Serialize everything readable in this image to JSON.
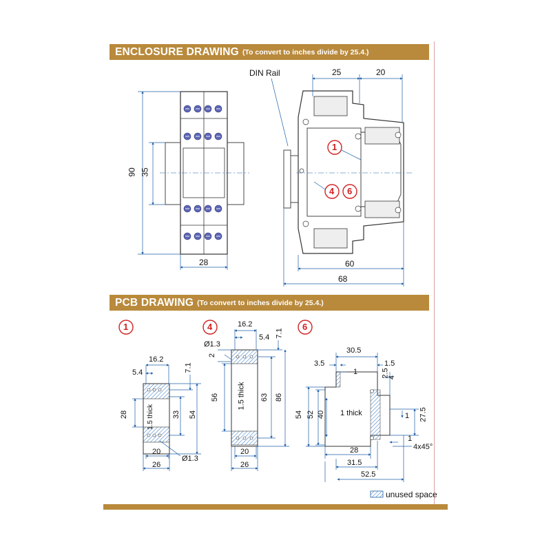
{
  "enclosure": {
    "title": "ENCLOSURE DRAWING",
    "note": "(To convert to inches divide by 25.4.)",
    "din_rail_label": "DIN Rail",
    "dims": {
      "height": "90",
      "rail": "35",
      "width": "28",
      "top_left": "25",
      "top_right": "20",
      "depth_inner": "60",
      "depth_total": "68"
    },
    "callouts": [
      "1",
      "4",
      "6"
    ]
  },
  "pcb": {
    "title": "PCB DRAWING",
    "note": "(To convert to inches divide by 25.4.)",
    "board1": {
      "callout": "1",
      "d_16_2": "16.2",
      "d_5_4": "5.4",
      "d_7_1": "7.1",
      "d_28": "28",
      "thick": "1.5 thick",
      "d_33": "33",
      "d_54": "54",
      "d_20": "20",
      "d_26": "26",
      "hole": "Ø1.3"
    },
    "board4": {
      "callout": "4",
      "d_16_2": "16.2",
      "d_5_4": "5.4",
      "d_7_1": "7.1",
      "hole": "Ø1.3",
      "d_2": "2",
      "d_56": "56",
      "thick": "1.5 thick",
      "d_63": "63",
      "d_86": "86",
      "d_20": "20",
      "d_26": "26"
    },
    "board6": {
      "callout": "6",
      "d_30_5": "30.5",
      "d_3_5": "3.5",
      "d_1_5": "1.5",
      "d_1_top": "1",
      "d_2_5": "2.5",
      "d_4": "4",
      "d_54": "54",
      "d_52": "52",
      "d_40": "40",
      "thick": "1 thick",
      "d_27_5": "27.5",
      "d_1_right": "1",
      "d_1_bottom": "1",
      "chamfer": "4x45°",
      "d_28": "28",
      "d_31_5": "31.5",
      "d_52_5": "52.5"
    },
    "legend": "unused space"
  },
  "colors": {
    "banner": "#b98a3c",
    "dim": "#1f5fa8",
    "outline": "#333333",
    "callout": "#d22020"
  }
}
